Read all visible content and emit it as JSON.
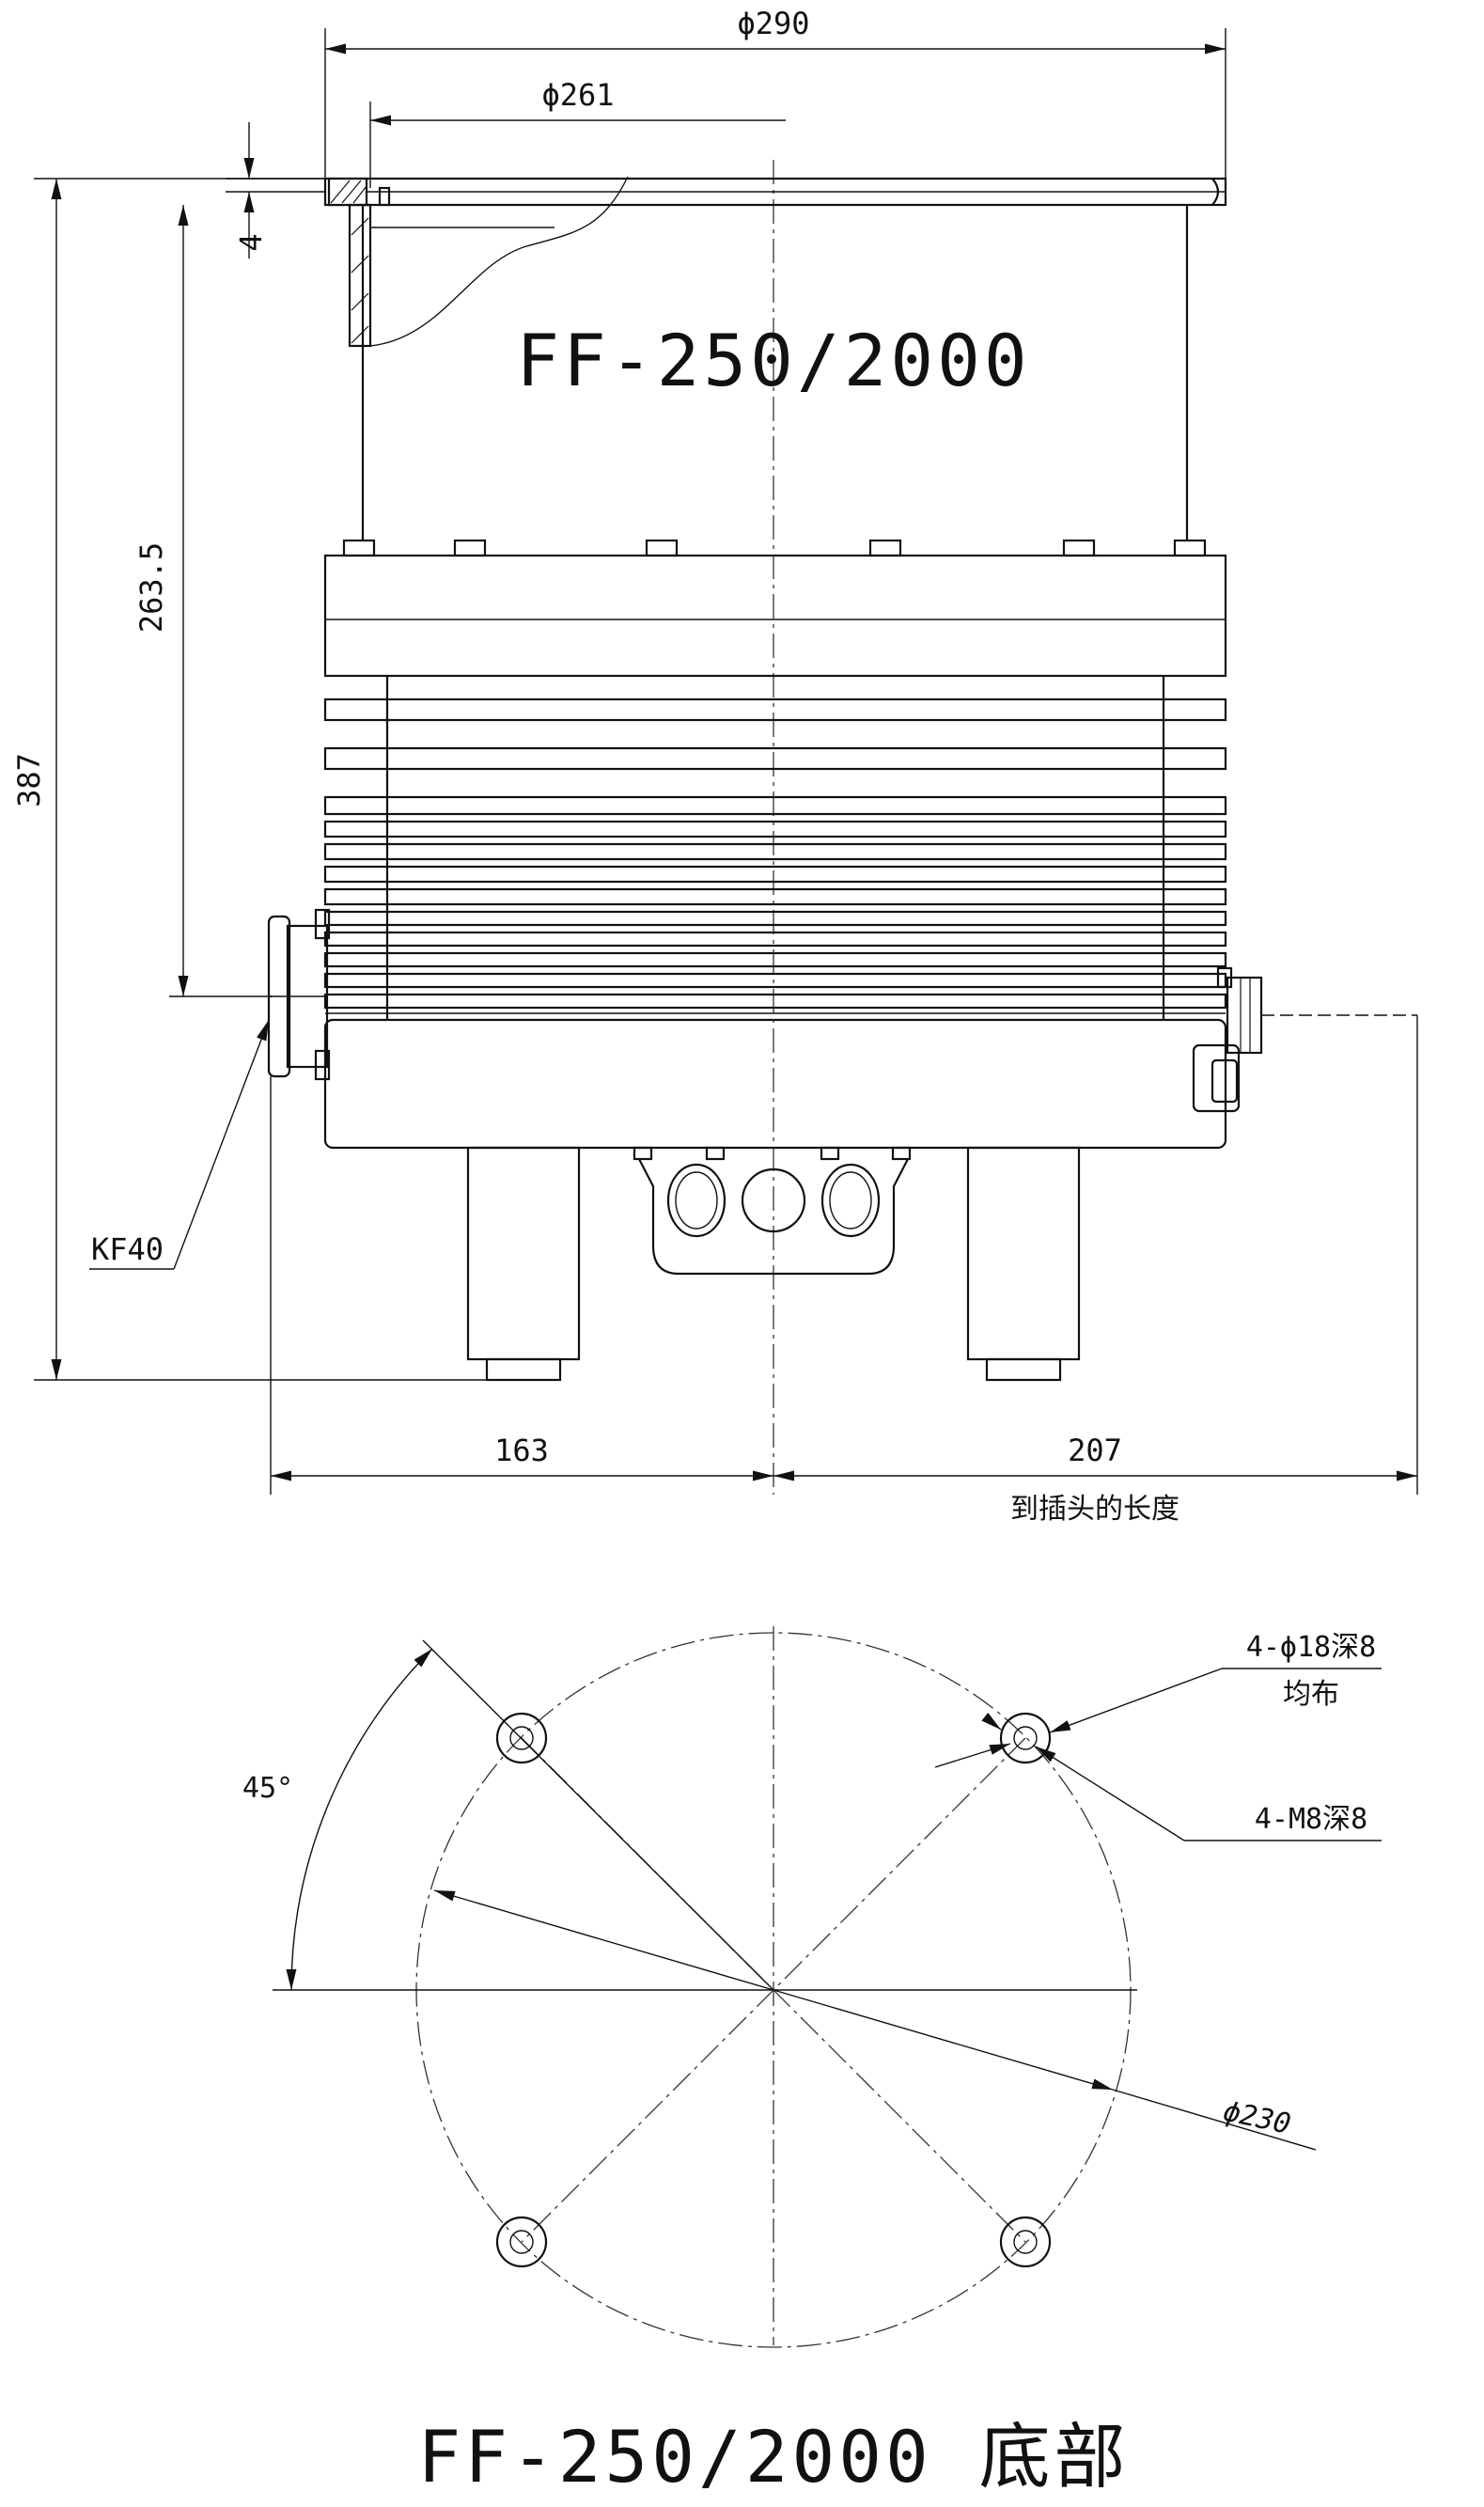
{
  "side_view": {
    "model_label": "FF-250/2000",
    "dim_outer_diameter": "ϕ290",
    "dim_inner_diameter": "ϕ261",
    "dim_flange_thickness": "4",
    "dim_height_to_port": "263.5",
    "dim_total_height": "387",
    "port_label": "KF40",
    "dim_left_width": "163",
    "dim_right_width": "207",
    "dim_right_note": "到插头的长度"
  },
  "bottom_view": {
    "angle_label": "45°",
    "hole_spec_1": "4-ϕ18深8",
    "hole_spec_1_note": "均布",
    "hole_spec_2": "4-M8深8",
    "bolt_circle_label": "ϕ230",
    "title": "FF-250/2000 底部"
  }
}
